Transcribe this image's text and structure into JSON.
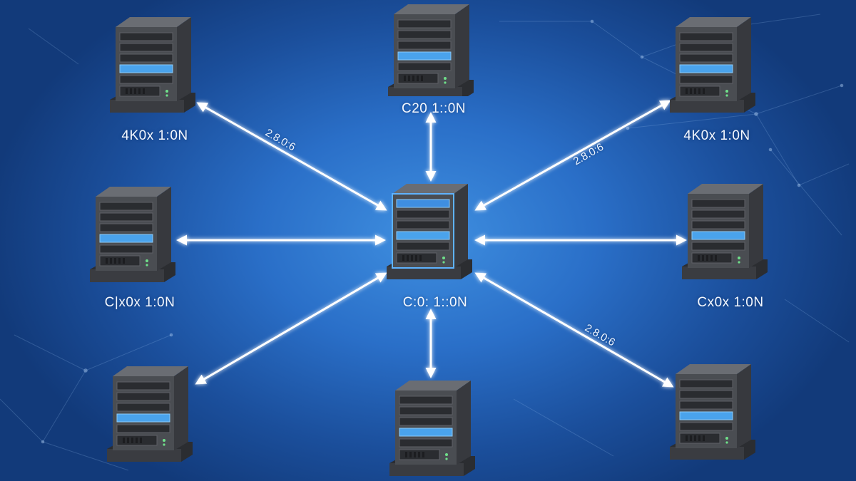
{
  "nodes": [
    {
      "id": "server-top-left",
      "label": "4K0x 1:0N"
    },
    {
      "id": "server-top-center",
      "label": "C20 1::0N"
    },
    {
      "id": "server-top-right",
      "label": "4K0x 1:0N"
    },
    {
      "id": "server-mid-left",
      "label": "C|x0x 1:0N"
    },
    {
      "id": "server-hub",
      "label": "C:0: 1::0N"
    },
    {
      "id": "server-mid-right",
      "label": "Cx0x 1:0N"
    },
    {
      "id": "server-bottom-left",
      "label": ""
    },
    {
      "id": "server-bottom-center",
      "label": ""
    },
    {
      "id": "server-bottom-right",
      "label": ""
    }
  ],
  "links": [
    {
      "id": "link-top-left",
      "label": "2.8.0:6"
    },
    {
      "id": "link-top-right",
      "label": "2.8.0:6"
    },
    {
      "id": "link-bottom-right",
      "label": "2.8.0:6"
    }
  ],
  "colors": {
    "background": "#2a6fc8",
    "link": "#ffffff",
    "server_body": "#4a4d52"
  }
}
